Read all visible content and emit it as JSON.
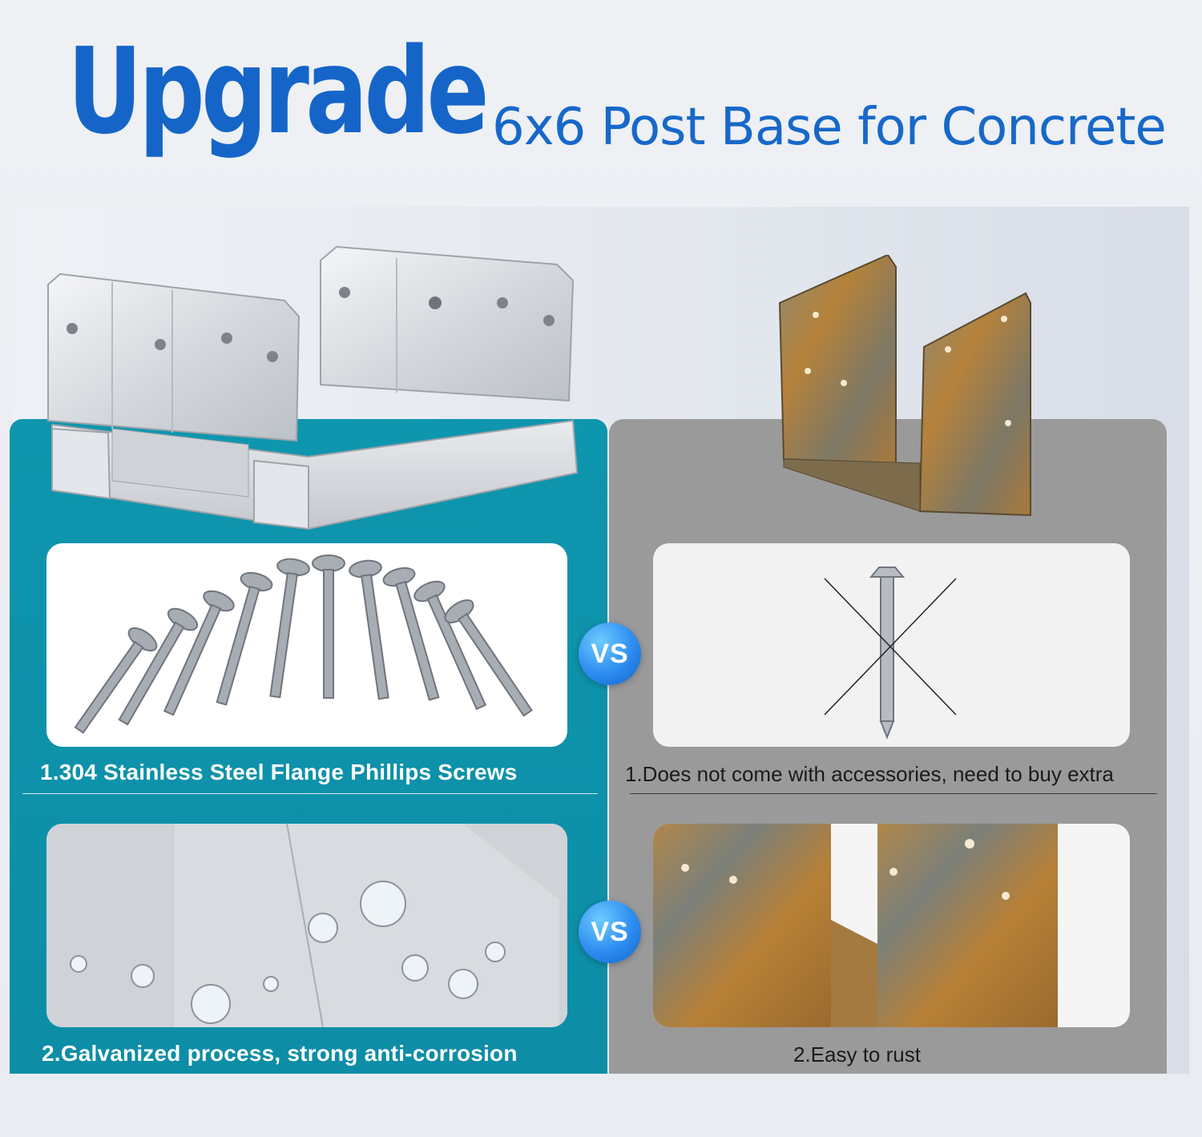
{
  "header": {
    "headline": "Upgrade",
    "subtitle": "6x6 Post Base for Concrete"
  },
  "colors": {
    "brand_blue": "#1565c8",
    "teal_panel": "#0e96ae",
    "gray_panel": "#9a9a9a",
    "rust": "#b5823a"
  },
  "comparisons": [
    {
      "ours": "1.304 Stainless Steel Flange Phillips Screws",
      "theirs": "1.Does not come with accessories, need to buy extra",
      "badge": "VS"
    },
    {
      "ours": "2.Galvanized process, strong anti-corrosion",
      "theirs": "2.Easy to rust",
      "badge": "VS"
    }
  ]
}
